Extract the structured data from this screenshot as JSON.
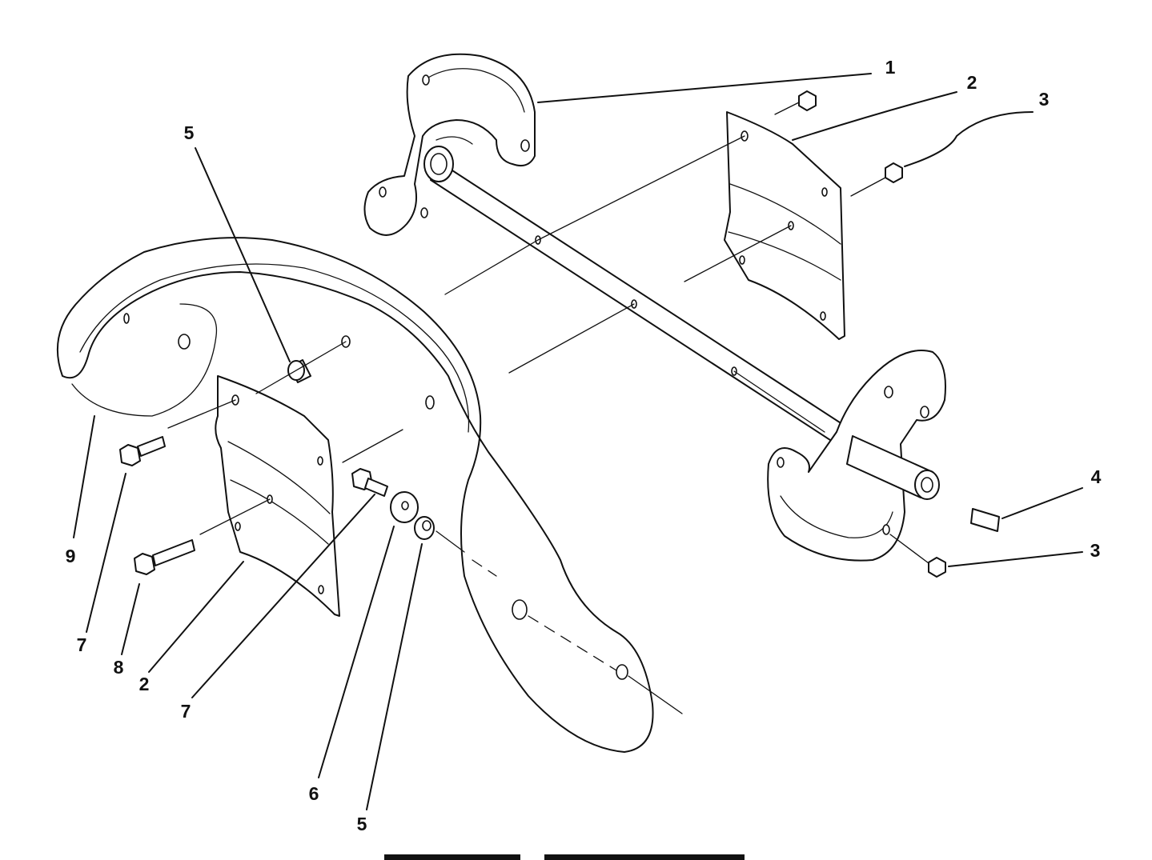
{
  "callouts": [
    {
      "id": "c1",
      "label": "1"
    },
    {
      "id": "c2a",
      "label": "2"
    },
    {
      "id": "c3a",
      "label": "3"
    },
    {
      "id": "c4",
      "label": "4"
    },
    {
      "id": "c3b",
      "label": "3"
    },
    {
      "id": "c5a",
      "label": "5"
    },
    {
      "id": "c9",
      "label": "9"
    },
    {
      "id": "c7a",
      "label": "7"
    },
    {
      "id": "c8",
      "label": "8"
    },
    {
      "id": "c2b",
      "label": "2"
    },
    {
      "id": "c7b",
      "label": "7"
    },
    {
      "id": "c6",
      "label": "6"
    },
    {
      "id": "c5b",
      "label": "5"
    }
  ],
  "colors": {
    "line": "#111111",
    "background": "#ffffff"
  }
}
